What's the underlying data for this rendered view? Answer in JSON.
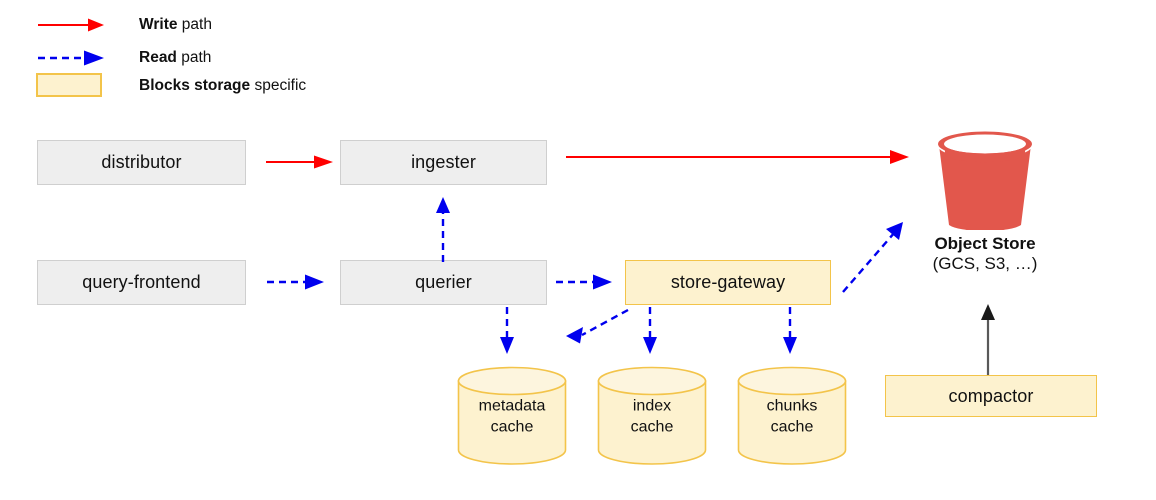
{
  "legend": {
    "items": [
      {
        "id": "write-path",
        "glyph": "solid-red-arrow",
        "strong": "Write",
        "rest": " path"
      },
      {
        "id": "read-path",
        "glyph": "dashed-blue-arrow",
        "strong": "Read",
        "rest": " path"
      },
      {
        "id": "blocks-storage",
        "glyph": "yellow-swatch",
        "strong": "Blocks storage",
        "rest": " specific"
      }
    ]
  },
  "nodes": {
    "distributor": "distributor",
    "ingester": "ingester",
    "query_frontend": "query-frontend",
    "querier": "querier",
    "store_gateway": "store-gateway",
    "compactor": "compactor"
  },
  "caches": [
    {
      "id": "metadata-cache",
      "line1": "metadata",
      "line2": "cache"
    },
    {
      "id": "index-cache",
      "line1": "index",
      "line2": "cache"
    },
    {
      "id": "chunks-cache",
      "line1": "chunks",
      "line2": "cache"
    }
  ],
  "object_store": {
    "title": "Object Store",
    "subtitle": "(GCS, S3, …)"
  },
  "colors": {
    "write_path": "#ff0000",
    "read_path": "#0000ee",
    "compactor_arrow": "#595959",
    "box_gray_fill": "#eeeeee",
    "box_gray_border": "#cfcfcf",
    "blocks_fill": "#fdf2cf",
    "blocks_border": "#f3c44a",
    "bucket": "#e05murky"
  }
}
